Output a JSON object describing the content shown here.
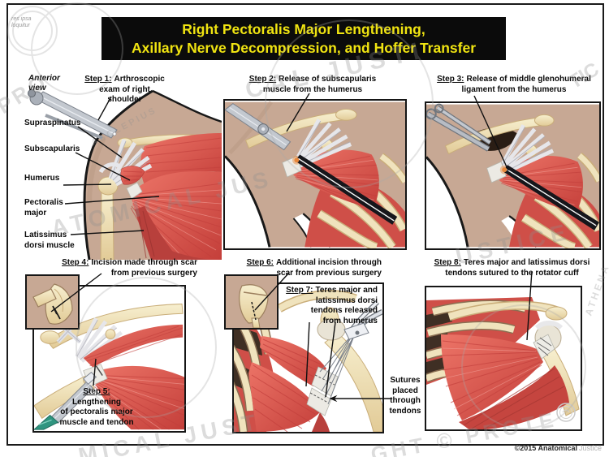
{
  "title": {
    "line1": "Right Pectoralis Major Lengthening,",
    "line2": "Axillary Nerve Decompression, and Hoffer Transfer"
  },
  "view_label": {
    "line1": "Anterior",
    "line2": "view"
  },
  "anatomy_labels": {
    "supraspinatus": "Supraspinatus",
    "subscapularis": "Subscapularis",
    "humerus": "Humerus",
    "pectoralis_line1": "Pectoralis",
    "pectoralis_line2": "major",
    "latissimus_line1": "Latissimus",
    "latissimus_line2": "dorsi muscle"
  },
  "steps": {
    "s1": {
      "label": "Step 1:",
      "line1": "Arthroscopic",
      "line2": "exam of right",
      "line3": "shoulder"
    },
    "s2": {
      "label": "Step 2:",
      "line1": "Release of subscapularis",
      "line2": "muscle from the humerus"
    },
    "s3": {
      "label": "Step 3:",
      "line1": "Release of middle glenohumeral",
      "line2": "ligament from the humerus"
    },
    "s4": {
      "label": "Step 4:",
      "line1": "Incision made through scar",
      "line2": "from previous surgery"
    },
    "s5": {
      "label": "Step 5:",
      "line1": "Lengthening",
      "line2": "of pectoralis major",
      "line3": "muscle and tendon"
    },
    "s6": {
      "label": "Step 6:",
      "line1": "Additional incision through",
      "line2": "scar from previous surgery"
    },
    "s7": {
      "label": "Step 7:",
      "line1": "Teres major and",
      "line2": "latissimus dorsi",
      "line3": "tendons released",
      "line4": "from humerus"
    },
    "s8": {
      "label": "Step 8:",
      "line1": "Teres major and latissimus dorsi",
      "line2": "tendons sutured to the rotator cuff"
    }
  },
  "annotations": {
    "sutures_line1": "Sutures",
    "sutures_line2": "placed",
    "sutures_line3": "through",
    "sutures_line4": "tendons"
  },
  "footer": {
    "copyright": "©2015 Anatomical",
    "brand": "Justice"
  },
  "watermark": {
    "fragments": [
      "PRO",
      "CAL JUSTI",
      "ATOMICAL JUS",
      "TIC",
      "MICAL JUST",
      "GHT © PROTE",
      "ASCLEPIUS",
      "ATHENA",
      "USTICE"
    ],
    "seal_line1": "res ipsa",
    "seal_line2": "loquitur"
  },
  "colors": {
    "title_text": "#f0e411",
    "title_bg": "#0b0b0b",
    "muscle_red": "#df5a52",
    "bone_cream": "#f2e6c0",
    "skin_tan": "#c7a894",
    "teal_handle": "#2f9580"
  }
}
